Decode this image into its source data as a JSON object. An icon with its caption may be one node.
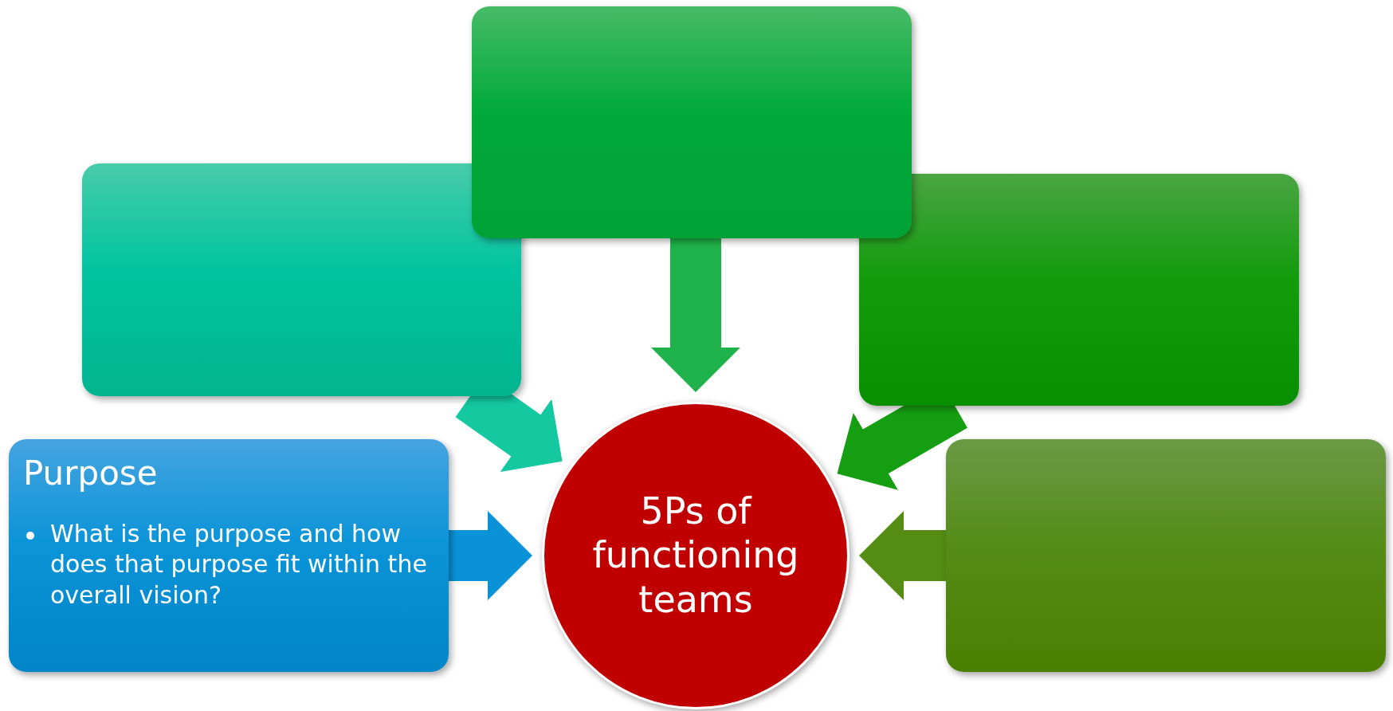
{
  "diagram": {
    "nodes": [
      {
        "text": [],
        "shape": "box"
      },
      {
        "text": [],
        "shape": "box"
      },
      {
        "text": [],
        "shape": "box"
      },
      {
        "text": [
          "Purpose",
          "What is the purpose and how does that purpose fit within the overall vision?"
        ]
      },
      {
        "text": [
          "5Ps of functioning teams"
        ]
      },
      {
        "text": [],
        "shape": "box"
      }
    ],
    "edges": [
      {
        "from": 0,
        "to": 4,
        "arrow": "to",
        "color": "#1fb24a"
      },
      {
        "from": 1,
        "to": 4,
        "arrow": "to",
        "color": "#14c8a0"
      },
      {
        "from": 2,
        "to": 4,
        "arrow": "to",
        "color": "#169e12"
      },
      {
        "from": 3,
        "to": 4,
        "arrow": "to",
        "color": "#0a92d8"
      },
      {
        "from": 5,
        "to": 4,
        "arrow": "to",
        "color": "#548c14"
      }
    ]
  }
}
